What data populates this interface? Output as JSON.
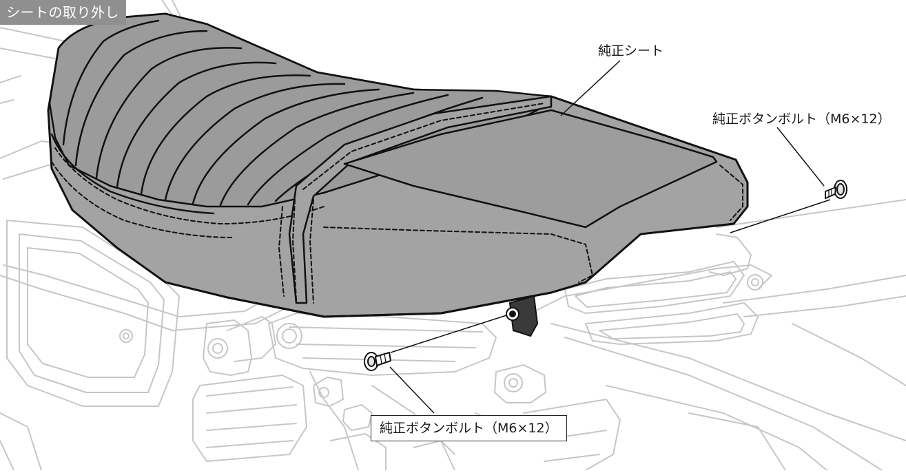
{
  "section_tag": "シートの取り外し",
  "labels": {
    "seat": "純正シート",
    "bolt_rear": "純正ボタンボルト（M6×12）",
    "bolt_front": "純正ボタンボルト（M6×12）"
  },
  "colors": {
    "seat_fill": "#a3a3a3",
    "seat_top_fill": "#9d9d9d",
    "frame_line": "#c6c6c6",
    "outline": "#111111",
    "tag_bg": "#8f8f8f"
  }
}
